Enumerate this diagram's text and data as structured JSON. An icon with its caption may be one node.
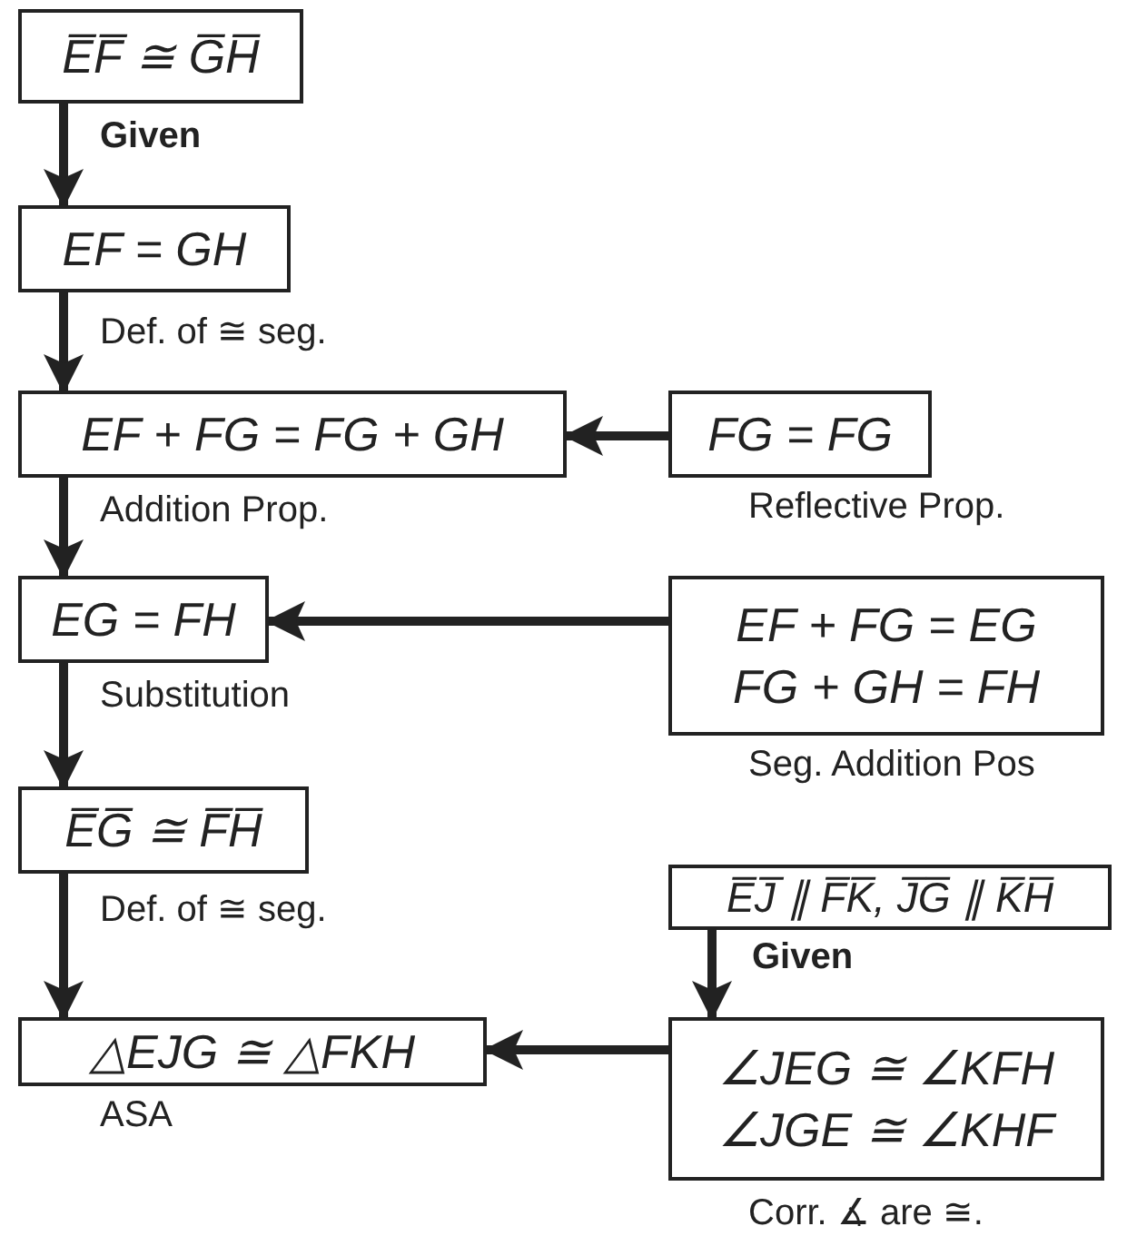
{
  "diagram": {
    "nodes": [
      {
        "text": [
          "E̅F̅ ≅ G̅H̅"
        ]
      },
      {
        "text": [
          "EF = GH"
        ]
      },
      {
        "text": [
          "EF + FG = FG + GH"
        ]
      },
      {
        "text": [
          "FG = FG"
        ],
        "beside": [
          "Reflective Prop."
        ]
      },
      {
        "text": [
          "EG = FH"
        ]
      },
      {
        "text": [
          "EF + FG = EG",
          "FG + GH = FH"
        ],
        "beside": [
          "Seg. Addition Pos"
        ]
      },
      {
        "text": [
          "E̅G̅ ≅ F̅H̅"
        ]
      },
      {
        "text": [
          "E̅J̅ ∥ F̅K̅, J̅G̅ ∥ K̅H̅"
        ]
      },
      {
        "text": [
          "△EJG ≅ △FKH"
        ],
        "beside": [
          "ASA"
        ]
      },
      {
        "text": [
          "∠JEG ≅ ∠KFH",
          "∠JGE ≅ ∠KHF"
        ],
        "beside": [
          "Corr. ∡ are ≅."
        ]
      }
    ],
    "edges": [
      {
        "from": 0,
        "to": 1,
        "arrow": "to",
        "label": "Given"
      },
      {
        "from": 1,
        "to": 2,
        "arrow": "to",
        "label": "Def. of ≅ seg."
      },
      {
        "from": 3,
        "to": 2,
        "arrow": "to"
      },
      {
        "from": 2,
        "to": 4,
        "arrow": "to",
        "label": "Addition Prop."
      },
      {
        "from": 5,
        "to": 4,
        "arrow": "to"
      },
      {
        "from": 4,
        "to": 6,
        "arrow": "to",
        "label": "Substitution"
      },
      {
        "from": 6,
        "to": 8,
        "arrow": "to",
        "label": "Def. of ≅ seg."
      },
      {
        "from": 7,
        "to": 9,
        "arrow": "to",
        "label": "Given"
      },
      {
        "from": 9,
        "to": 8,
        "arrow": "to"
      }
    ]
  }
}
